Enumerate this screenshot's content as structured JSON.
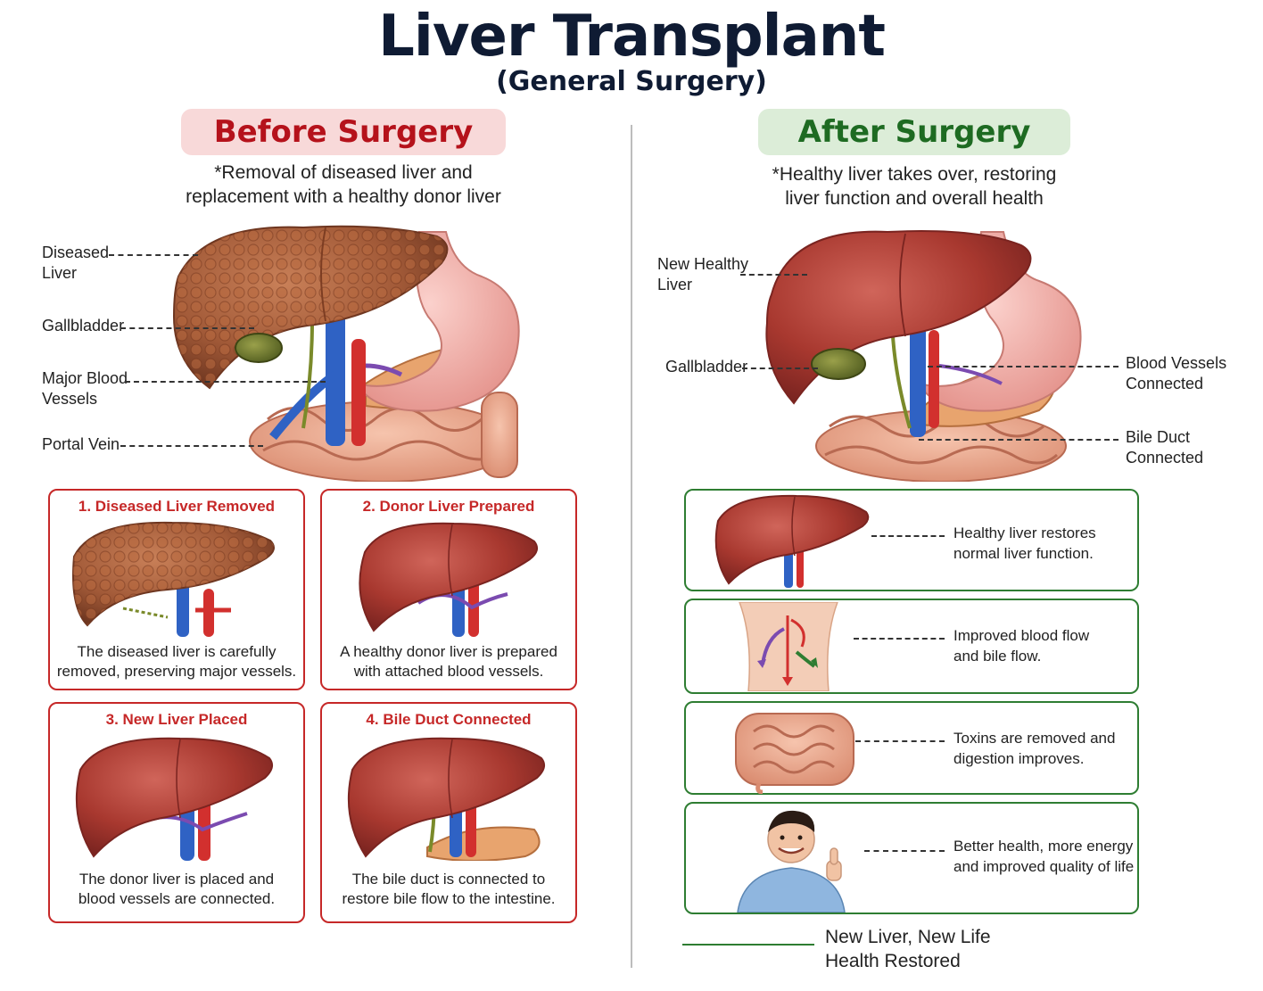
{
  "header": {
    "title": "Liver Transplant",
    "subtitle": "(General Surgery)"
  },
  "before": {
    "heading": "Before Surgery",
    "description": [
      "*Removal of diseased liver and",
      "replacement with a healthy donor liver"
    ],
    "labels": {
      "diseased_liver": [
        "Diseased",
        "Liver"
      ],
      "gallbladder": "Gallbladder",
      "major_blood_vessels": [
        "Major Blood",
        "Vessels"
      ],
      "portal_vein": "Portal Vein"
    },
    "steps": [
      {
        "title": "1. Diseased Liver Removed",
        "text": [
          "The diseased liver is carefully",
          "removed, preserving major vessels."
        ]
      },
      {
        "title": "2. Donor Liver Prepared",
        "text": [
          "A healthy donor liver is prepared",
          "with attached blood vessels."
        ]
      },
      {
        "title": "3. New Liver Placed",
        "text": [
          "The donor liver is placed and",
          "blood vessels are connected."
        ]
      },
      {
        "title": "4. Bile Duct Connected",
        "text": [
          "The bile duct is connected to",
          "restore bile flow to the intestine."
        ]
      }
    ]
  },
  "after": {
    "heading": "After Surgery",
    "description": [
      "*Healthy liver takes over, restoring",
      "liver function and overall health"
    ],
    "labels": {
      "new_healthy_liver": [
        "New Healthy",
        "Liver"
      ],
      "gallbladder": "Gallbladder",
      "blood_vessels_connected": [
        "Blood Vessels",
        "Connected"
      ],
      "bile_duct_connected": [
        "Bile Duct",
        "Connected"
      ]
    },
    "benefits": [
      {
        "text": [
          "Healthy liver restores",
          "normal liver function."
        ],
        "icon": "liver-icon"
      },
      {
        "text": [
          "Improved blood flow",
          "and bile flow."
        ],
        "icon": "torso-flow-icon"
      },
      {
        "text": [
          "Toxins are removed and",
          "digestion improves."
        ],
        "icon": "intestine-icon"
      },
      {
        "text": [
          "Better health, more energy",
          "and improved quality of life"
        ],
        "icon": "happy-person-icon"
      }
    ],
    "footer": [
      "New Liver, New Life",
      "Health Restored"
    ]
  },
  "colors": {
    "red_accent": "#c62828",
    "green_accent": "#2e7d32",
    "title_navy": "#0f1b33",
    "liver": "#b0443a",
    "diseased_liver": "#a85a3a"
  }
}
